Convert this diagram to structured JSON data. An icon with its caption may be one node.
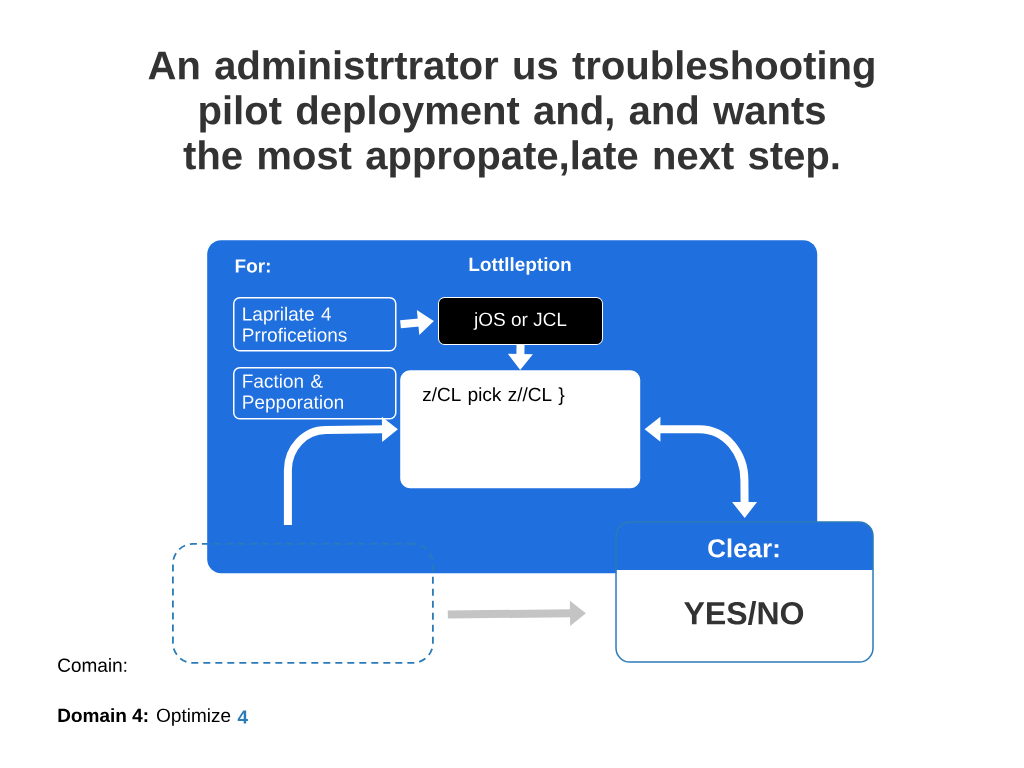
{
  "diagram": {
    "title": "An administrtrator us troubleshooting pilot deployment and, and wants the most appropate,late next step.",
    "nodes": [
      {
        "text": [
          "For:",
          "Lottlleption"
        ]
      },
      {
        "text": [
          "Laprilate 4 Prroficetions"
        ],
        "in": 0
      },
      {
        "text": [
          "Faction & Pepporation"
        ],
        "in": 0
      },
      {
        "text": [
          "jOS or JCL"
        ],
        "in": 0
      },
      {
        "text": [
          "z/CL pick z//CL }"
        ],
        "in": 0
      },
      {
        "text": [],
        "shape": "box"
      },
      {
        "text": [
          "Clear:",
          "YES/NO"
        ]
      }
    ],
    "edges": [
      {
        "from": 1,
        "to": 3,
        "arrow": "to"
      },
      {
        "from": 3,
        "to": 4,
        "arrow": "to"
      },
      {
        "from": 5,
        "to": 4,
        "arrow": "to"
      },
      {
        "from": 4,
        "to": 6,
        "arrow": "both"
      },
      {
        "from": 5,
        "to": 6,
        "arrow": "to",
        "color": "#c4c4c4"
      }
    ],
    "labels": [
      "Comain:",
      "**Domain 4:** Optimize",
      "4"
    ]
  }
}
